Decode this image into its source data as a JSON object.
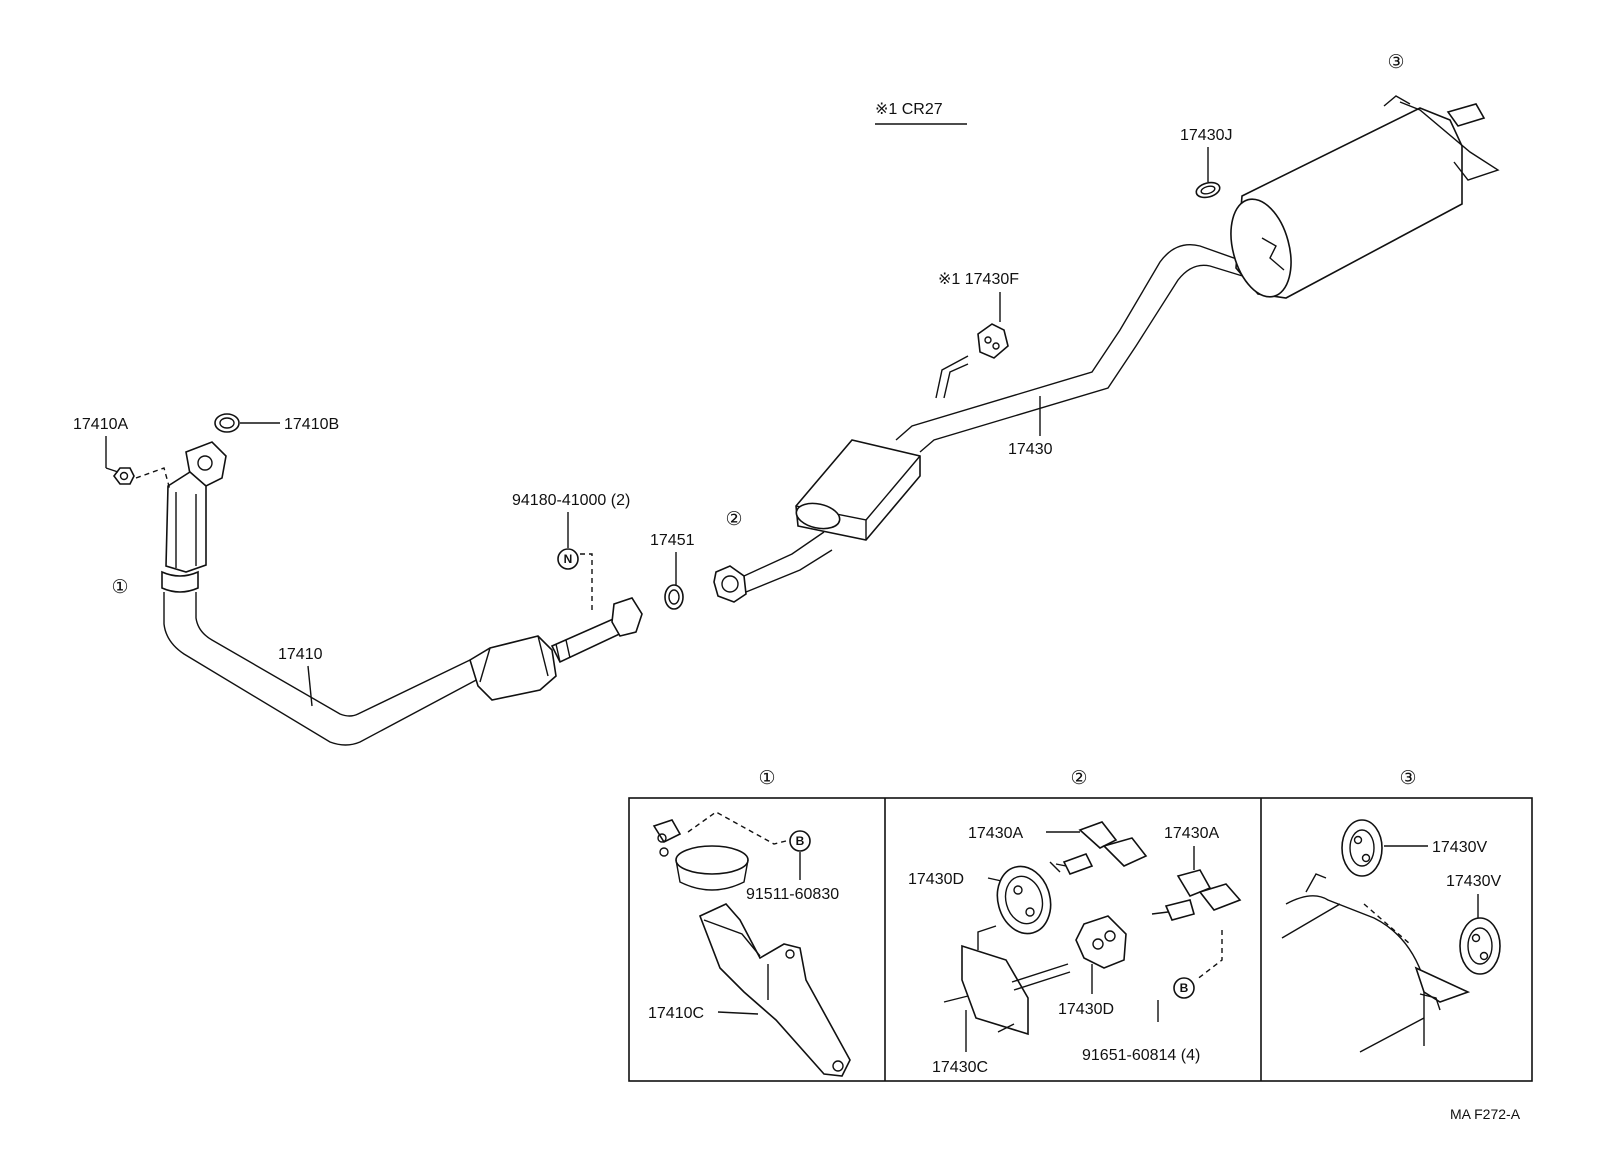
{
  "header": {
    "note_label": "※1 CR27",
    "diagram_code": "MA F272-A"
  },
  "callouts": {
    "c1": "①",
    "c2": "②",
    "c3": "③",
    "bolt_b": "B",
    "nut_n": "N"
  },
  "parts": {
    "p17410A": "17410A",
    "p17410B": "17410B",
    "p17410": "17410",
    "p94180": "94180-41000 (2)",
    "p17451": "17451",
    "p17430F": "※1 17430F",
    "p17430": "17430",
    "p17430J": "17430J"
  },
  "inset1": {
    "title": "①",
    "p91511": "91511-60830",
    "p17410C": "17410C"
  },
  "inset2": {
    "title": "②",
    "p17430A_1": "17430A",
    "p17430A_2": "17430A",
    "p17430D_1": "17430D",
    "p17430D_2": "17430D",
    "p17430C": "17430C",
    "p91651": "91651-60814 (4)"
  },
  "inset3": {
    "title": "③",
    "p17430V_1": "17430V",
    "p17430V_2": "17430V"
  }
}
